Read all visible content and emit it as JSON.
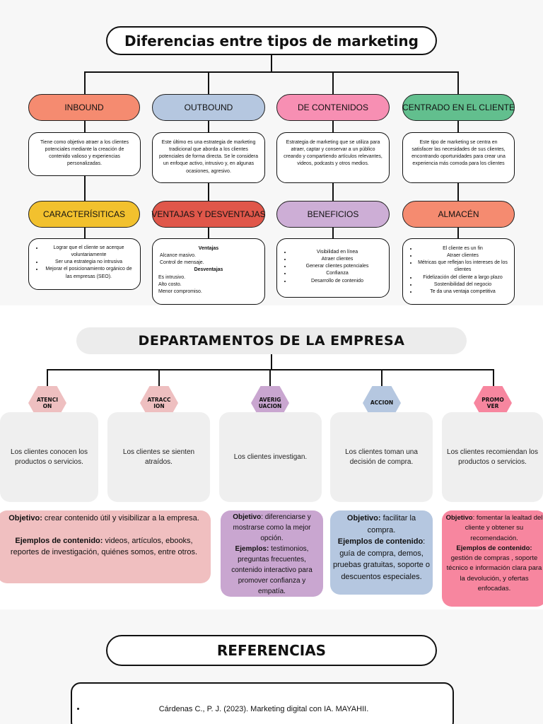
{
  "marketing": {
    "title": "Diferencias entre tipos de marketing",
    "types": [
      {
        "label": "INBOUND",
        "color": "#f58b70",
        "description": "Tiene como objetivo atraer a los clientes potenciales mediante la creación de contenido valioso y experiencias personalizadas."
      },
      {
        "label": "OUTBOUND",
        "color": "#b5c7e0",
        "description": "Este último es una estrategia de marketing tradicional que aborda a los clientes potenciales de forma directa. Se le considera un enfoque activo, intrusivo y, en algunas ocasiones, agresivo."
      },
      {
        "label": "DE CONTENIDOS",
        "color": "#f78fb3",
        "description": "Estrategia de marketing que se utiliza para atraer, captar y conservar a un público creando y compartiendo artículos relevantes, videos, podcasts y otros medios."
      },
      {
        "label": "CENTRADO EN EL CLIENTE",
        "color": "#62bf8e",
        "description": "Este tipo de marketing se centra en satisfacer las necesidades de sus clientes, encontrando oportunidades para crear una experiencia más comoda para los clientes"
      }
    ],
    "second_row": [
      {
        "label": "CARACTERÍSITICAS",
        "color": "#f2c12e",
        "items": [
          "Lograr que el cliente se acerque voluntariamente",
          "Ser una estrategia no intrusiva",
          "Mejorar el posicionamiento orgánico de las empresas (SEO)."
        ]
      },
      {
        "label": "VENTAJAS Y DESVENTAJAS",
        "color": "#e0574a",
        "ventajas_title": "Ventajas",
        "ventajas": [
          "Alcance masivo.",
          "Control de mensaje."
        ],
        "desventajas_title": "Desventajas",
        "desventajas": [
          "Es intrusivo.",
          "Alto costo.",
          "Menor compromiso."
        ]
      },
      {
        "label": "BENEFICIOS",
        "color": "#cdaed6",
        "items": [
          "Visibilidad en línea",
          "Atraer clientes",
          "Generar clientes potenciales",
          "Confianza",
          "Desarrollo de contenido"
        ]
      },
      {
        "label": "ALMACÉN",
        "color": "#f58b70",
        "items": [
          "El cliente es un fin",
          "Atraer clientes",
          "Métricas que reflejan los intereses de los clientes",
          "Fidelización del cliente a largo plazo",
          "Sostenibilidad del negocio",
          "Te da una ventaja competitiva"
        ]
      }
    ]
  },
  "departments": {
    "title": "DEPARTAMENTOS DE LA EMPRESA",
    "items": [
      {
        "label": "ATENCI ON",
        "color": "#eebfc0",
        "text": "Los clientes conocen los productos o servicios."
      },
      {
        "label": "ATRACC ION",
        "color": "#eebfc0",
        "text": "Los clientes se sienten atraídos."
      },
      {
        "label": "AVERIG UACION",
        "color": "#c9a6d0",
        "text": "Los clientes investigan."
      },
      {
        "label": "ACCION",
        "color": "#b5c7e0",
        "text": "Los clientes toman una decisión de compra."
      },
      {
        "label": "PROMO VER",
        "color": "#f7869f",
        "text": "Los clientes recomiendan los productos o servicios."
      }
    ],
    "objectives": [
      {
        "color": "#f0bfc0",
        "obj_label": "Objetivo:",
        "obj_text": " crear contenido útil y visibilizar a la empresa.",
        "ex_label": "Ejemplos de contenido:",
        "ex_text": " videos, artículos, ebooks, reportes de investigación, quiénes somos, entre otros."
      },
      {
        "color": "#c9a6d0",
        "obj_label": "Objetivo",
        "obj_text": ": diferenciarse y mostrarse como la mejor opción.",
        "ex_label": "Ejemplos:",
        "ex_text": " testimonios, preguntas frecuentes, contenido interactivo para promover confianza y empatía."
      },
      {
        "color": "#b5c7e0",
        "obj_label": "Objetivo:",
        "obj_text": " facilitar la compra.",
        "ex_label": "Ejemplos de contenido",
        "ex_text": ": guía de compra, demos, pruebas gratuitas, soporte o descuentos especiales."
      },
      {
        "color": "#f7869f",
        "obj_label": "Objetivo",
        "obj_text": ": fomentar la lealtad del cliente y obtener su recomendación.",
        "ex_label": "Ejemplos de contenido:",
        "ex_text": " gestión de compras , soporte técnico e información clara para la devolución, y ofertas enfocadas."
      }
    ]
  },
  "references": {
    "title": "REFERENCIAS",
    "items": [
      "Cárdenas C., P. J. (2023). Marketing digital con IA. MAYAHII."
    ]
  }
}
